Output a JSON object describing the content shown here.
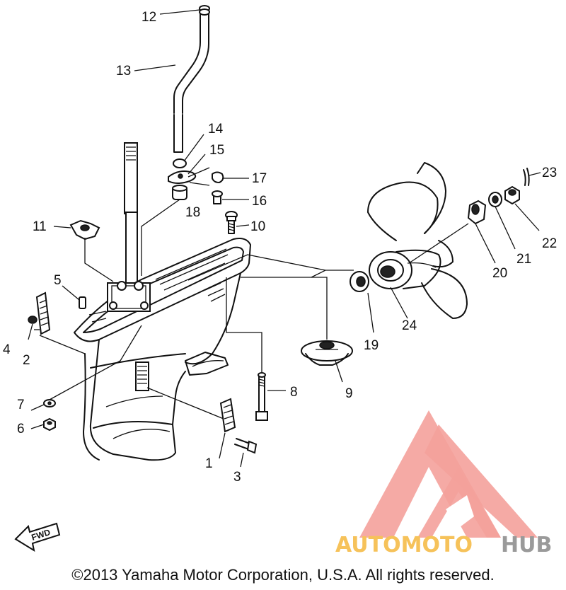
{
  "callouts": [
    {
      "id": "1",
      "label": "1"
    },
    {
      "id": "2",
      "label": "2"
    },
    {
      "id": "3",
      "label": "3"
    },
    {
      "id": "4",
      "label": "4"
    },
    {
      "id": "5",
      "label": "5"
    },
    {
      "id": "6",
      "label": "6"
    },
    {
      "id": "7",
      "label": "7"
    },
    {
      "id": "8",
      "label": "8"
    },
    {
      "id": "9",
      "label": "9"
    },
    {
      "id": "10",
      "label": "10"
    },
    {
      "id": "11",
      "label": "11"
    },
    {
      "id": "12",
      "label": "12"
    },
    {
      "id": "13",
      "label": "13"
    },
    {
      "id": "14",
      "label": "14"
    },
    {
      "id": "15",
      "label": "15"
    },
    {
      "id": "16",
      "label": "16"
    },
    {
      "id": "17",
      "label": "17"
    },
    {
      "id": "18",
      "label": "18"
    },
    {
      "id": "19",
      "label": "19"
    },
    {
      "id": "20",
      "label": "20"
    },
    {
      "id": "21",
      "label": "21"
    },
    {
      "id": "22",
      "label": "22"
    },
    {
      "id": "23",
      "label": "23"
    },
    {
      "id": "24",
      "label": "24"
    }
  ],
  "fwd_label": "FWD",
  "watermark": {
    "part1": "AUTOMOTO",
    "part2": "HUB",
    "color_primary": "#f4a19b",
    "color_gold": "#f6c25a",
    "color_gray": "#9a9a9a"
  },
  "copyright": "©2013 Yamaha Motor Corporation, U.S.A. All rights reserved."
}
